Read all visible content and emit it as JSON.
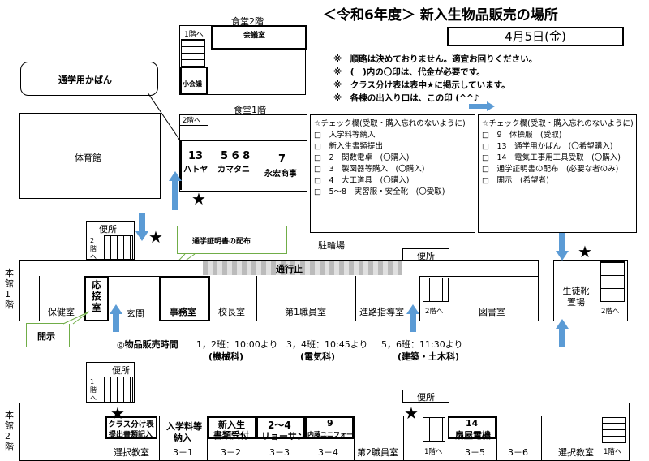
{
  "header": {
    "title": "＜令和6年度＞ 新入生物品販売の場所",
    "date": "4月5日(金)"
  },
  "notes": [
    "※　順路は決めておりません。適宜お回りください。",
    "※　(　)内の〇印は、代金が必要です。",
    "※　クラス分け表は表中★に掲示しています。",
    "※　各棟の出入り口は、この印 (^^♪"
  ],
  "cafeteria2": {
    "label": "食堂2階",
    "stairs": "1階へ",
    "conference": "会議室",
    "small_conference": "小会議"
  },
  "cafeteria1": {
    "label": "食堂1階",
    "stairs": "2階へ",
    "vendors": [
      {
        "num": "13",
        "name": "ハトヤ"
      },
      {
        "num": "5 6 8",
        "name": "カマタニ"
      },
      {
        "num": "7",
        "name": "永宏商事"
      }
    ]
  },
  "callout_bag": "通学用かばん",
  "gym": "体育館",
  "checklist_left": {
    "title": "☆チェック欄(受取・購入忘れのないように)",
    "items": [
      "□　入学料等納入",
      "□　新入生書類提出",
      "□　2　関数電卓　(〇購入)",
      "□　3　製図器等購入　(〇購入)",
      "□　4　大工道具　(〇購入)",
      "□　5～8　実習服・安全靴　(〇受取)"
    ]
  },
  "checklist_right": {
    "title": "☆チェック欄(受取・購入忘れのないように)",
    "items": [
      "□　9　体操服　(受取)",
      "□　13　通学用かばん　(〇希望購入)",
      "□　14　電気工事用工具受取　(〇購入)",
      "□　通学証明書の配布　(必要な者のみ)",
      "□　開示　(希望者)"
    ]
  },
  "floor1": {
    "side_label": "本館1階",
    "toilet": "便所",
    "stairs_up": "2階へ",
    "callout_pass": "通学証明書の配布",
    "bike_parking": "駐輪場",
    "toilet2": "便所",
    "no_entry": "通行止",
    "rooms": [
      "保健室",
      "応接室",
      "玄関",
      "事務室",
      "校長室",
      "第1職員室",
      "進路指導室",
      "図書室"
    ],
    "stairs_up2": "2階へ",
    "shoe_area": "生徒靴置場",
    "stairs_up3": "2階へ",
    "callout_open": "開示"
  },
  "sales_time": {
    "label": "◎物品販売時間",
    "slots": [
      {
        "classes": "1，2班：10:00より",
        "dept": "(機械科)"
      },
      {
        "classes": "3，4班：10:45より",
        "dept": "(電気科)"
      },
      {
        "classes": "5，6班：11:30より",
        "dept": "(建築・土木科)"
      }
    ]
  },
  "floor2": {
    "side_label": "本館2階",
    "toilet": "便所",
    "stairs_down": "1階へ",
    "toilet2": "便所",
    "booths": [
      {
        "top": "クラス分け表",
        "sub": "提出書類記入",
        "room": "選択教室"
      },
      {
        "top": "入学料等",
        "sub": "納入",
        "room": "3－1"
      },
      {
        "top": "新入生",
        "sub": "書類受付",
        "room": "3－2"
      },
      {
        "top": "2～4",
        "sub": "リョーサン",
        "room": "3－3"
      },
      {
        "top": "9",
        "sub": "内藤ユニフォーム",
        "room": "3－4"
      },
      {
        "top": "14",
        "sub": "扇屋電機",
        "room": "3－5"
      }
    ],
    "other_rooms": [
      "第2職員室",
      "3－6",
      "選択教室"
    ],
    "stairs_down2": "1階へ",
    "stairs_down3": "1階へ"
  }
}
